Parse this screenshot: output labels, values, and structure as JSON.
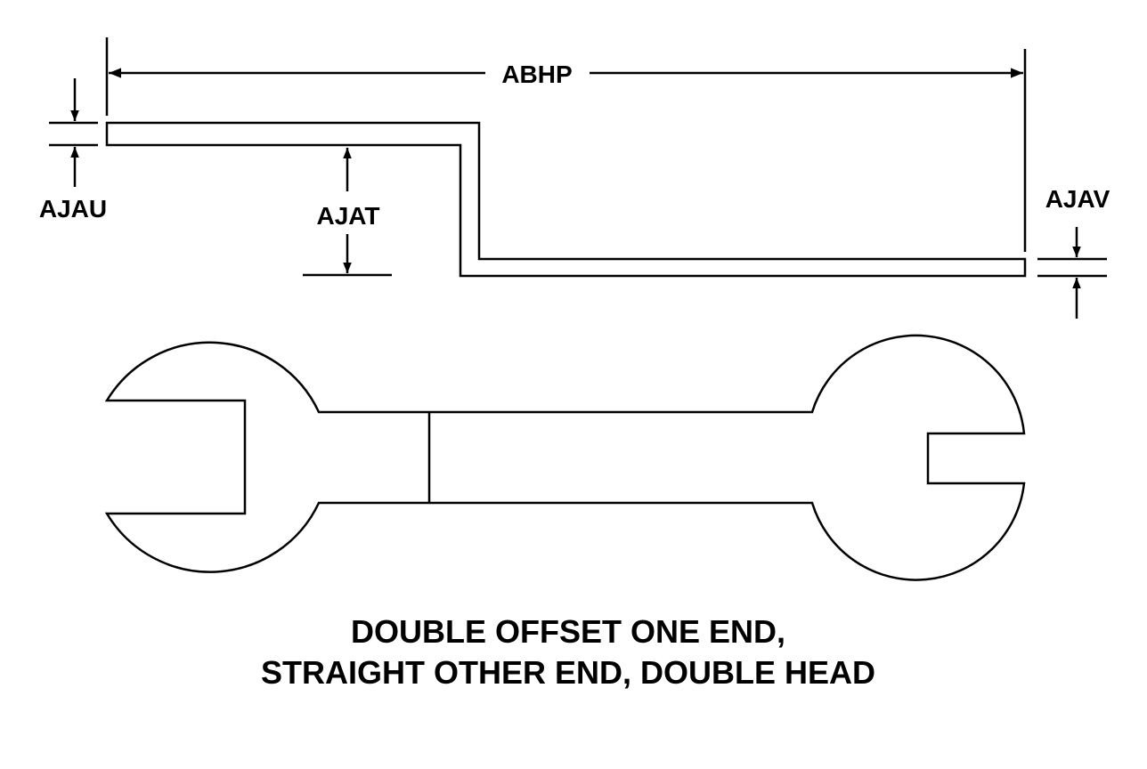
{
  "dimensions": {
    "overall_length": "ABHP",
    "thickness_left": "AJAU",
    "offset": "AJAT",
    "thickness_right": "AJAV"
  },
  "caption": {
    "line1": "DOUBLE OFFSET ONE END,",
    "line2": "STRAIGHT OTHER END, DOUBLE HEAD"
  }
}
